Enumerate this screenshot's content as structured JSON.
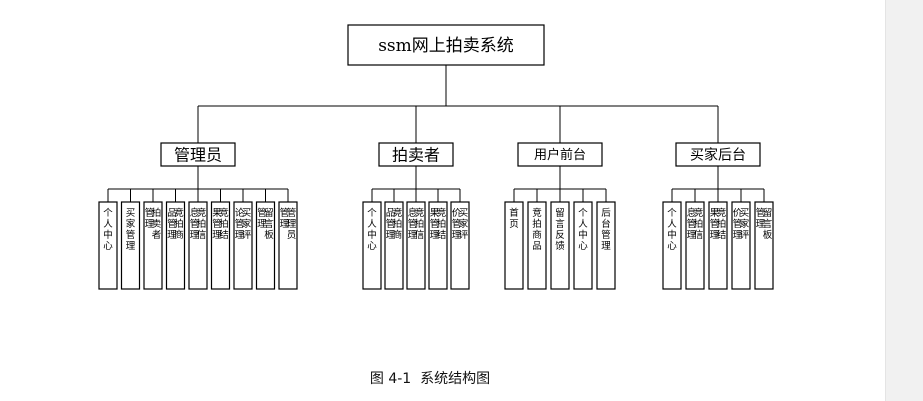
{
  "root": {
    "label": "ssm网上拍卖系统"
  },
  "groups": [
    {
      "label": "管理员",
      "children": [
        "个人中心",
        "买家管理",
        "拍卖者管理",
        "竞拍商品管理",
        "竞拍信息管理",
        "竞拍结果管理",
        "买家评论管理",
        "留言板管理",
        "管理员管理"
      ]
    },
    {
      "label": "拍卖者",
      "children": [
        "个人中心",
        "竞拍商品管理",
        "竞拍信息管理",
        "竞拍结果管理",
        "买家评价管理"
      ]
    },
    {
      "label": "用户前台",
      "children": [
        "首页",
        "竞拍商品",
        "留言反馈",
        "个人中心",
        "后台管理"
      ]
    },
    {
      "label": "买家后台",
      "children": [
        "个人中心",
        "竞拍信息管理",
        "竞拍结果管理",
        "买家评价管理",
        "留言板管理"
      ]
    }
  ],
  "caption": "图 4-1  系统结构图",
  "colors": {
    "line": "#000000",
    "box_fill": "#ffffff",
    "scrollbar": "#f1f1f1"
  }
}
